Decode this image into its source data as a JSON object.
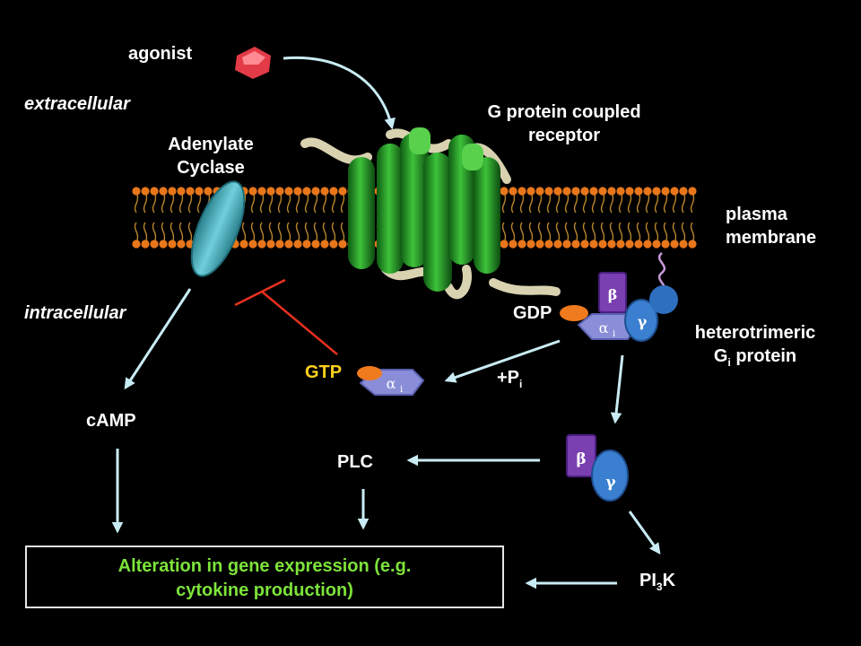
{
  "labels": {
    "agonist": "agonist",
    "extracellular": "extracellular",
    "intracellular": "intracellular",
    "adenylate_cyclase_1": "Adenylate",
    "adenylate_cyclase_2": "Cyclase",
    "receptor_1": "G protein coupled",
    "receptor_2": "receptor",
    "plasma_1": "plasma",
    "plasma_2": "membrane",
    "gdp": "GDP",
    "gtp": "GTP",
    "pi_prefix": "+P",
    "pi_sub": "i",
    "hetero_1": "heterotrimeric",
    "hetero_2_pre": "G",
    "hetero_2_sub": "i",
    "hetero_2_post": " protein",
    "camp": "cAMP",
    "plc": "PLC",
    "pi3k_pre": "PI",
    "pi3k_sub": "3",
    "pi3k_post": "K",
    "gene_1": "Alteration in gene expression  (e.g.",
    "gene_2": "cytokine production)"
  },
  "subunits": {
    "beta": "β",
    "gamma": "γ",
    "alpha": "α",
    "alpha_sub": "i"
  },
  "colors": {
    "arrow": "#c9ecf4",
    "inhibit": "#e8301e",
    "label": "#ffffff",
    "gtp_gdp": "#ffd21f",
    "gene_text": "#7de33a",
    "membrane_head": "#e8761a",
    "receptor": "#2ea830",
    "cyclase": "#4fb2bf",
    "beta_subunit": "#7a3fb0",
    "gamma_subunit": "#3a7fd0",
    "alpha_subunit": "#8a8ed8"
  }
}
